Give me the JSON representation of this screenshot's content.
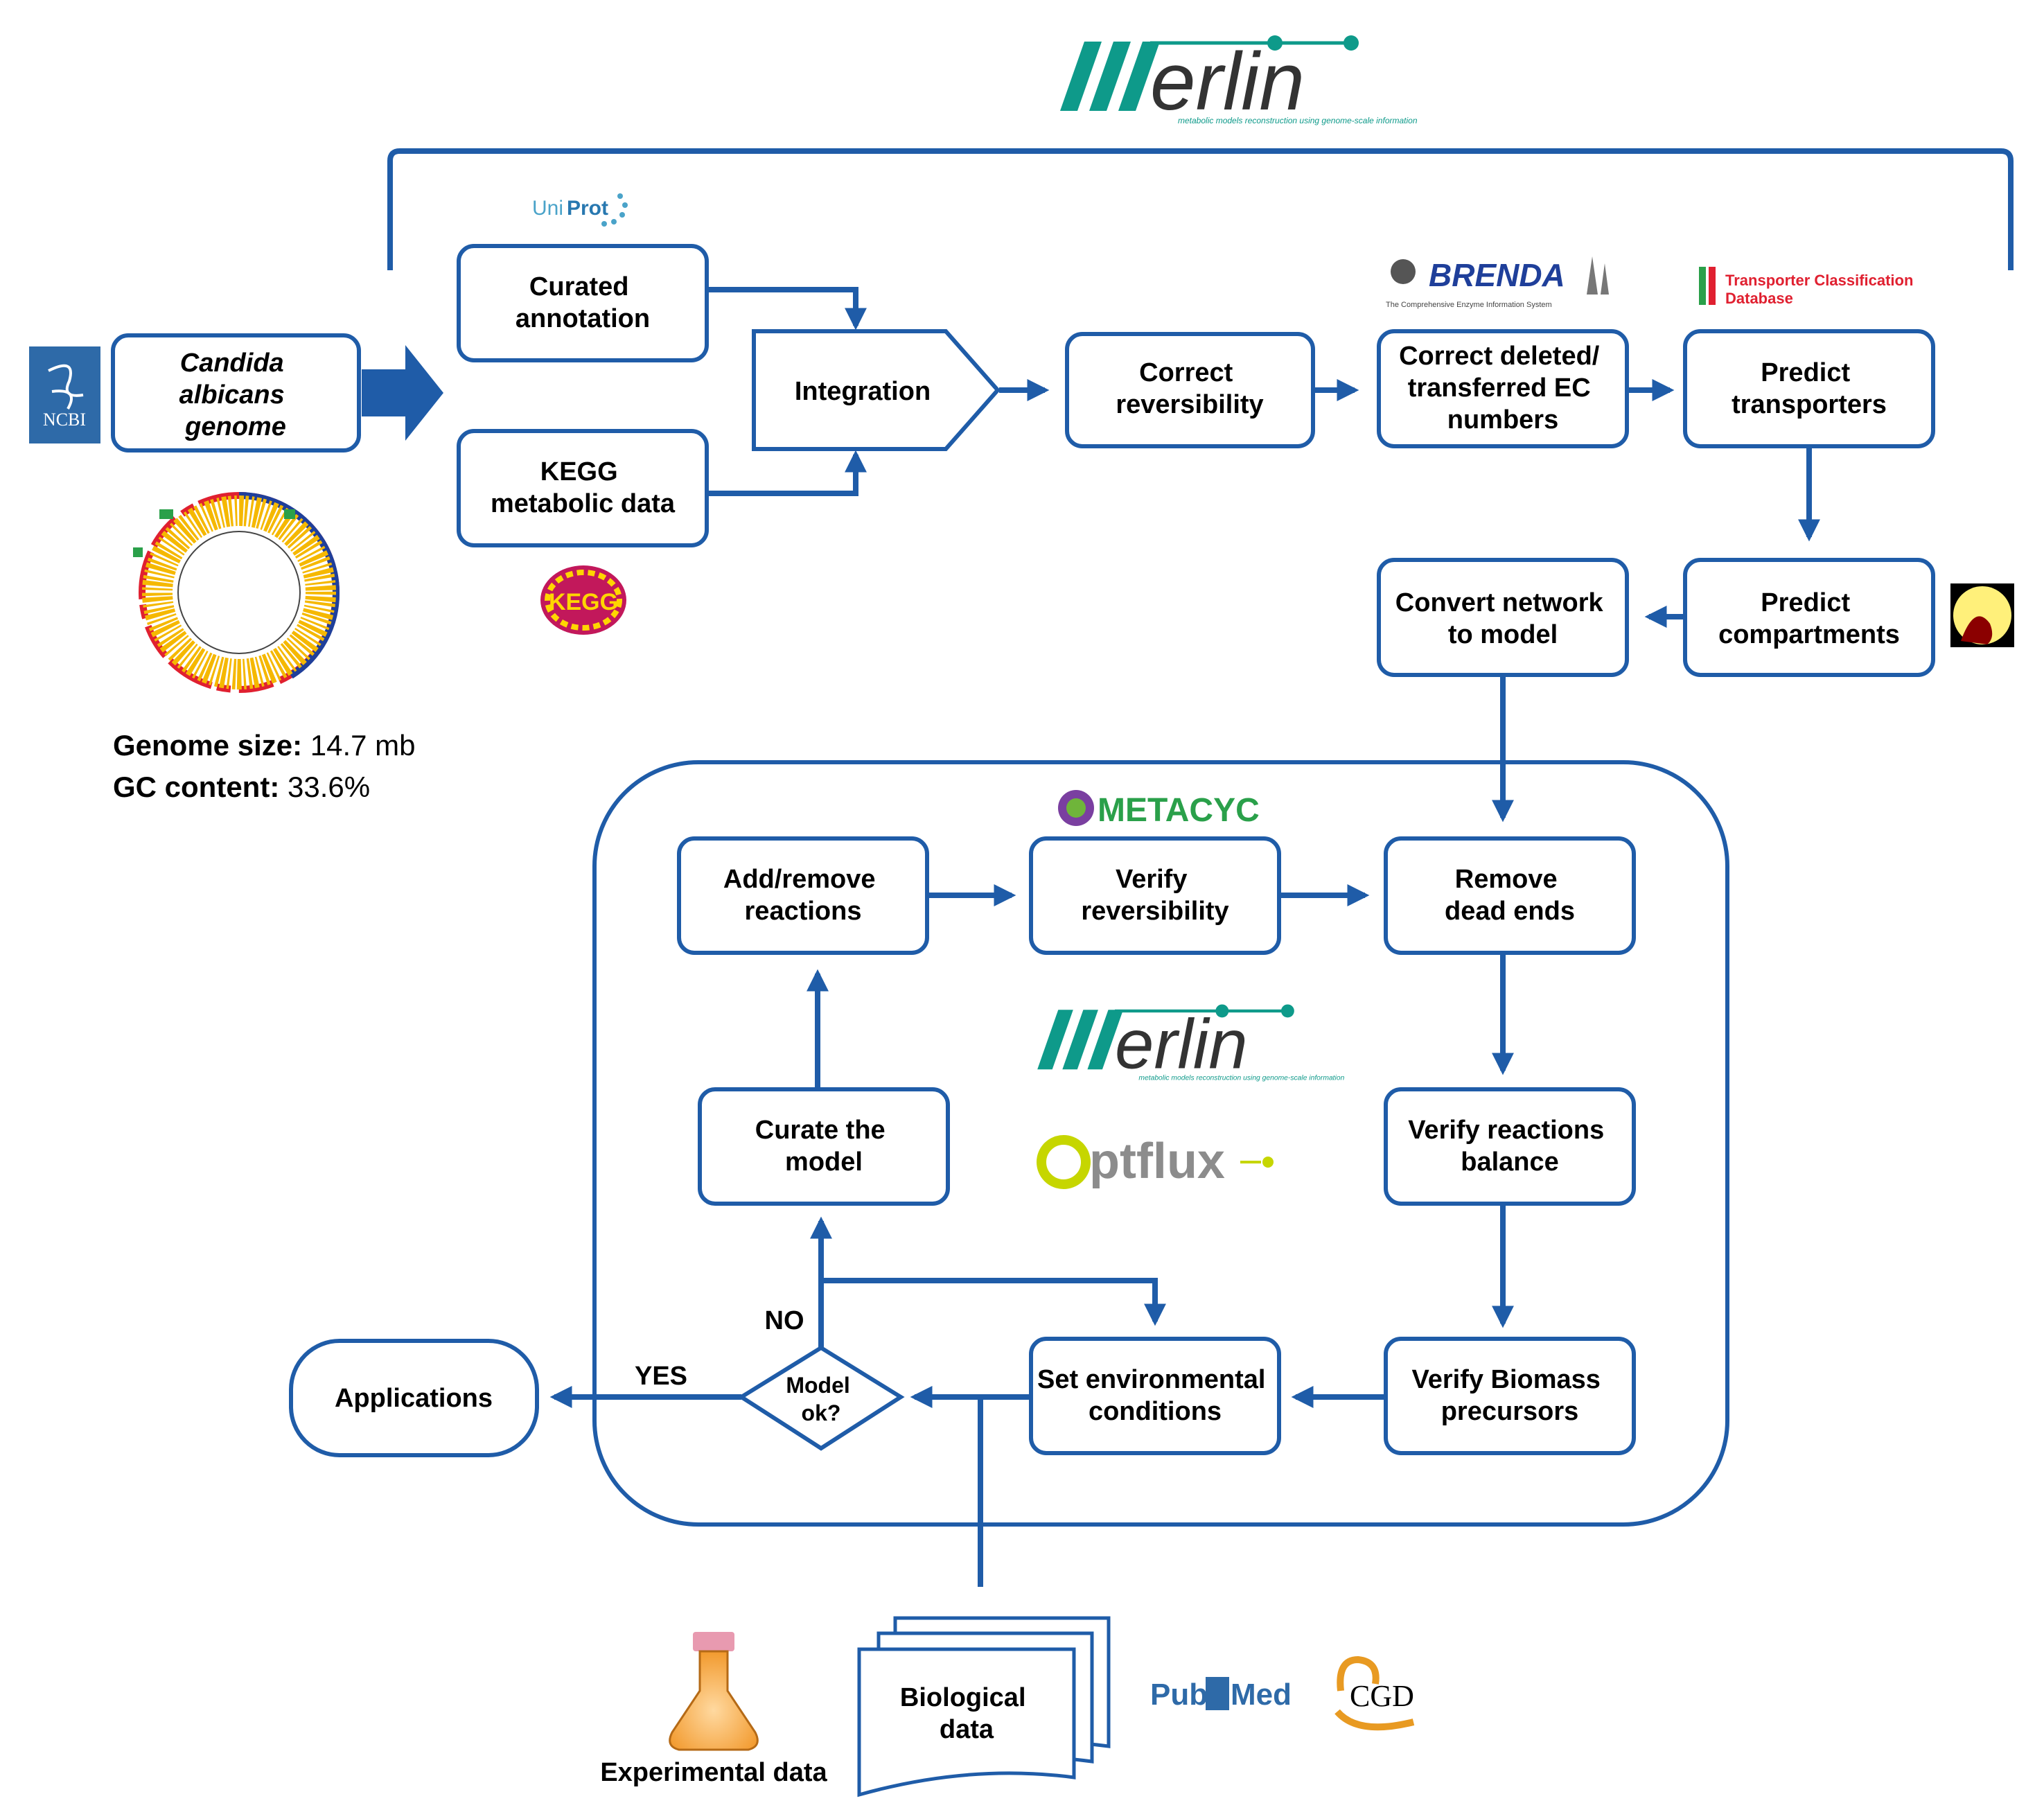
{
  "logos": {
    "merlin_text": "erlin",
    "merlin_tagline": "metabolic models reconstruction using genome-scale information",
    "uniprot_a": "Uni",
    "uniprot_b": "Prot",
    "ncbi": "NCBI",
    "kegg": "KEGG",
    "brenda": "BRENDA",
    "brenda_tagline": "The Comprehensive Enzyme Information System",
    "tcdb_line1": "Transporter Classification",
    "tcdb_line2": "Database",
    "metacyc": "METACYC",
    "optflux": "ptflux",
    "pubmed_a": "Pub",
    "pubmed_b": "Med",
    "cgd": "CGD"
  },
  "genome_stats": {
    "size_label": "Genome size:",
    "size_value": " 14.7 mb",
    "gc_label": "GC content:",
    "gc_value": " 33.6%"
  },
  "nodes": {
    "candida": [
      "Candida",
      "albicans",
      "genome"
    ],
    "curated": [
      "Curated",
      "annotation"
    ],
    "kegg_data": [
      "KEGG",
      "metabolic data"
    ],
    "integration": [
      "Integration"
    ],
    "correct_rev": [
      "Correct",
      "reversibility"
    ],
    "correct_ec": [
      "Correct deleted/",
      "transferred EC",
      "numbers"
    ],
    "predict_transporters": [
      "Predict",
      "transporters"
    ],
    "predict_compartments": [
      "Predict",
      "compartments"
    ],
    "convert_network": [
      "Convert network",
      "to model"
    ],
    "add_remove": [
      "Add/remove",
      "reactions"
    ],
    "verify_rev": [
      "Verify",
      "reversibility"
    ],
    "remove_dead": [
      "Remove",
      "dead ends"
    ],
    "verify_balance": [
      "Verify reactions",
      "balance"
    ],
    "verify_biomass": [
      "Verify Biomass",
      "precursors"
    ],
    "set_env": [
      "Set environmental",
      "conditions"
    ],
    "curate_model": [
      "Curate the",
      "model"
    ],
    "model_ok": [
      "Model",
      "ok?"
    ],
    "applications": [
      "Applications"
    ],
    "biological_data": [
      "Biological",
      "data"
    ]
  },
  "edge_labels": {
    "no": "NO",
    "yes": "YES"
  },
  "experimental_data": "Experimental data",
  "colors": {
    "primary_blue": "#1f5ca8",
    "teal": "#0e9a8a",
    "genome_yellow": "#f5b800",
    "genome_red": "#e02030"
  }
}
